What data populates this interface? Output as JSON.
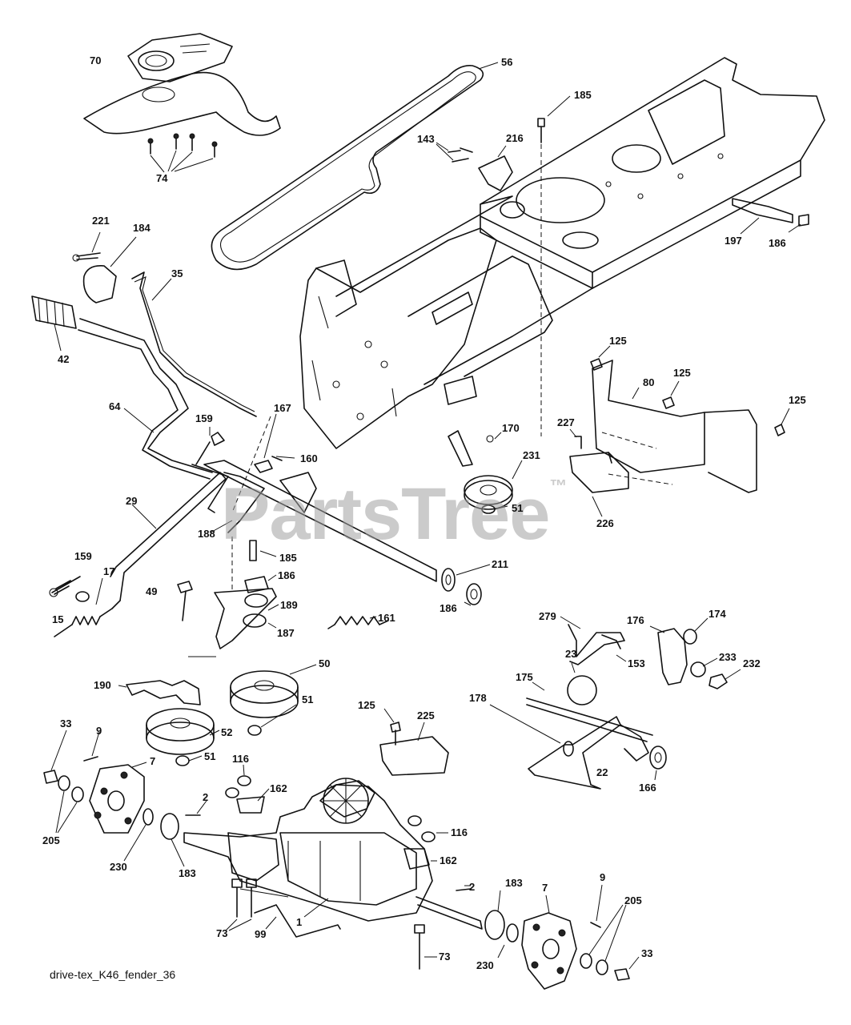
{
  "caption": "drive-tex_K46_fender_36",
  "watermark": {
    "text": "PartsTree",
    "mark": "™"
  },
  "callouts": [
    {
      "id": "70",
      "text": "70"
    },
    {
      "id": "56",
      "text": "56"
    },
    {
      "id": "185a",
      "text": "185"
    },
    {
      "id": "143",
      "text": "143"
    },
    {
      "id": "216",
      "text": "216"
    },
    {
      "id": "74",
      "text": "74"
    },
    {
      "id": "221",
      "text": "221"
    },
    {
      "id": "184",
      "text": "184"
    },
    {
      "id": "35",
      "text": "35"
    },
    {
      "id": "42",
      "text": "42"
    },
    {
      "id": "197",
      "text": "197"
    },
    {
      "id": "186a",
      "text": "186"
    },
    {
      "id": "125a",
      "text": "125"
    },
    {
      "id": "80",
      "text": "80"
    },
    {
      "id": "125b",
      "text": "125"
    },
    {
      "id": "125c",
      "text": "125"
    },
    {
      "id": "64",
      "text": "64"
    },
    {
      "id": "159a",
      "text": "159"
    },
    {
      "id": "167",
      "text": "167"
    },
    {
      "id": "160",
      "text": "160"
    },
    {
      "id": "170",
      "text": "170"
    },
    {
      "id": "231",
      "text": "231"
    },
    {
      "id": "227",
      "text": "227"
    },
    {
      "id": "51a",
      "text": "51"
    },
    {
      "id": "226",
      "text": "226"
    },
    {
      "id": "29",
      "text": "29"
    },
    {
      "id": "188",
      "text": "188"
    },
    {
      "id": "185b",
      "text": "185"
    },
    {
      "id": "159b",
      "text": "159"
    },
    {
      "id": "17",
      "text": "17"
    },
    {
      "id": "186b",
      "text": "186"
    },
    {
      "id": "211",
      "text": "211"
    },
    {
      "id": "49",
      "text": "49"
    },
    {
      "id": "189",
      "text": "189"
    },
    {
      "id": "15",
      "text": "15"
    },
    {
      "id": "187",
      "text": "187"
    },
    {
      "id": "186c",
      "text": "186"
    },
    {
      "id": "161",
      "text": "161"
    },
    {
      "id": "279",
      "text": "279"
    },
    {
      "id": "176",
      "text": "176"
    },
    {
      "id": "174",
      "text": "174"
    },
    {
      "id": "153",
      "text": "153"
    },
    {
      "id": "23",
      "text": "23"
    },
    {
      "id": "233",
      "text": "233"
    },
    {
      "id": "232",
      "text": "232"
    },
    {
      "id": "50",
      "text": "50"
    },
    {
      "id": "190",
      "text": "190"
    },
    {
      "id": "175",
      "text": "175"
    },
    {
      "id": "51b",
      "text": "51"
    },
    {
      "id": "178",
      "text": "178"
    },
    {
      "id": "125d",
      "text": "125"
    },
    {
      "id": "225",
      "text": "225"
    },
    {
      "id": "33a",
      "text": "33"
    },
    {
      "id": "9a",
      "text": "9"
    },
    {
      "id": "52",
      "text": "52"
    },
    {
      "id": "51c",
      "text": "51"
    },
    {
      "id": "7a",
      "text": "7"
    },
    {
      "id": "116a",
      "text": "116"
    },
    {
      "id": "22",
      "text": "22"
    },
    {
      "id": "166",
      "text": "166"
    },
    {
      "id": "162a",
      "text": "162"
    },
    {
      "id": "2a",
      "text": "2"
    },
    {
      "id": "205a",
      "text": "205"
    },
    {
      "id": "116b",
      "text": "116"
    },
    {
      "id": "230a",
      "text": "230"
    },
    {
      "id": "183a",
      "text": "183"
    },
    {
      "id": "162b",
      "text": "162"
    },
    {
      "id": "183b",
      "text": "183"
    },
    {
      "id": "7b",
      "text": "7"
    },
    {
      "id": "9b",
      "text": "9"
    },
    {
      "id": "2b",
      "text": "2"
    },
    {
      "id": "73a",
      "text": "73"
    },
    {
      "id": "1",
      "text": "1"
    },
    {
      "id": "99",
      "text": "99"
    },
    {
      "id": "205b",
      "text": "205"
    },
    {
      "id": "33b",
      "text": "33"
    },
    {
      "id": "73b",
      "text": "73"
    },
    {
      "id": "230b",
      "text": "230"
    }
  ]
}
